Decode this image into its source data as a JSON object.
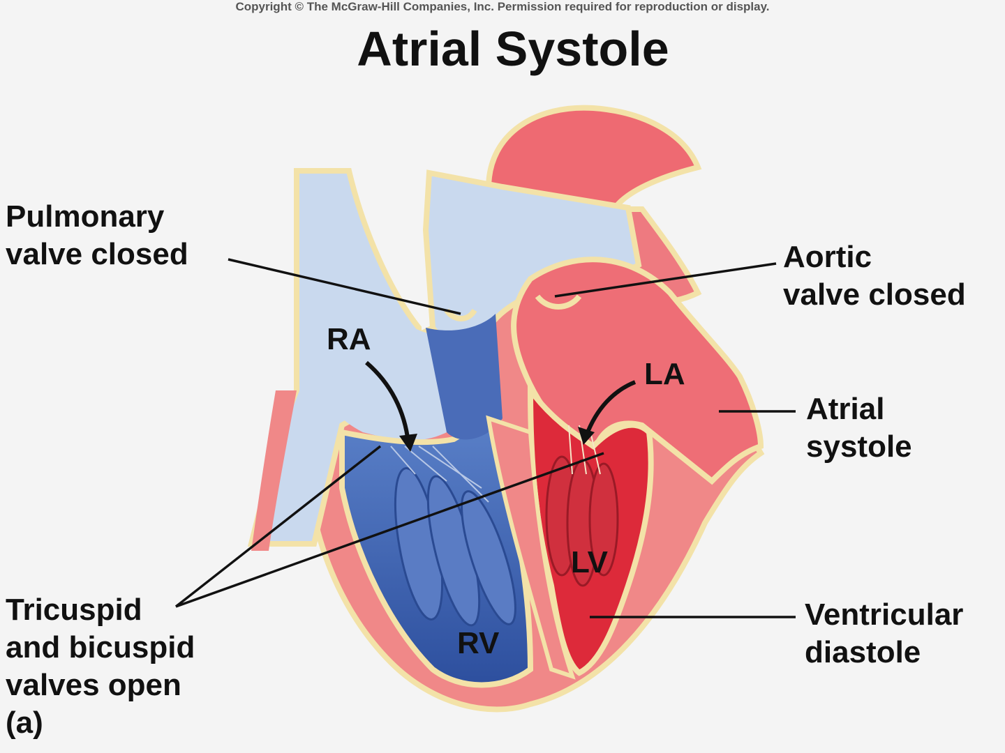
{
  "copyright": "Copyright © The McGraw-Hill Companies, Inc. Permission required for reproduction or display.",
  "title": "Atrial Systole",
  "labels": {
    "pulmonary": [
      "Pulmonary",
      "valve closed"
    ],
    "aortic": [
      "Aortic",
      "valve closed"
    ],
    "atrial": [
      "Atrial",
      "systole"
    ],
    "ventricular": [
      "Ventricular",
      "diastole"
    ],
    "valves": [
      "Tricuspid",
      "and bicuspid",
      "valves open"
    ],
    "panel": "(a)"
  },
  "chambers": {
    "ra": "RA",
    "la": "LA",
    "lv": "LV",
    "rv": "RV"
  },
  "colors": {
    "background": "#f4f4f4",
    "oxygenated_red": "#e0303c",
    "wall_pink": "#f08888",
    "deoxygenated_blue": "#3f63b0",
    "light_blue": "#c9d9ee",
    "outline_cream": "#f3e2a8",
    "text": "#111111"
  }
}
